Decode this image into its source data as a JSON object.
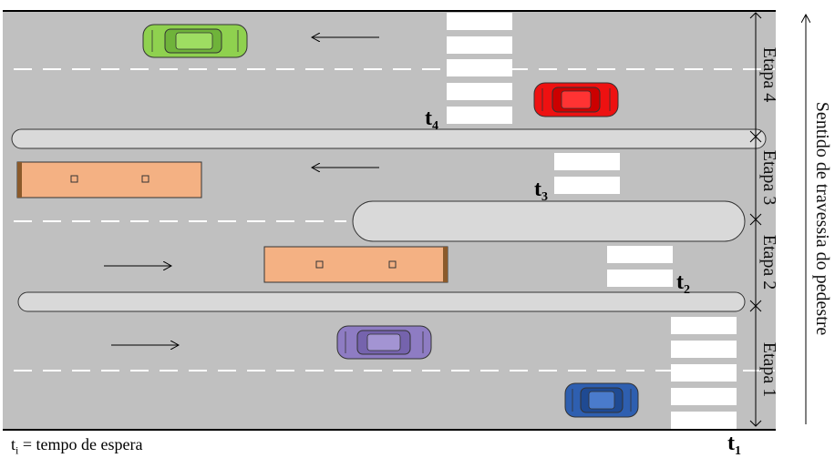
{
  "stages": [
    {
      "label": "Etapa 4"
    },
    {
      "label": "Etapa 3"
    },
    {
      "label": "Etapa 2"
    },
    {
      "label": "Etapa 1"
    }
  ],
  "wait_times": {
    "t1": {
      "base": "t",
      "sub": "1"
    },
    "t2": {
      "base": "t",
      "sub": "2"
    },
    "t3": {
      "base": "t",
      "sub": "3"
    },
    "t4": {
      "base": "t",
      "sub": "4"
    }
  },
  "side_label": "Sentido de travessia do pedestre",
  "caption": {
    "base": "t",
    "sub": "i",
    "rest": " = tempo de espera"
  },
  "colors": {
    "road": "#c0c0c0",
    "island": "#d9d9d9",
    "bus": "#f4b183",
    "car_green": "#8fd14f",
    "car_red": "#ee1111",
    "car_purple": "#8e7cc3",
    "car_blue": "#2e5fb0"
  },
  "vehicles": [
    {
      "kind": "car",
      "color": "green",
      "direction": "left"
    },
    {
      "kind": "car",
      "color": "red",
      "direction": "left"
    },
    {
      "kind": "bus",
      "color": "orange",
      "direction": "left"
    },
    {
      "kind": "bus",
      "color": "orange",
      "direction": "right"
    },
    {
      "kind": "car",
      "color": "purple",
      "direction": "right"
    },
    {
      "kind": "car",
      "color": "blue",
      "direction": "right"
    }
  ]
}
